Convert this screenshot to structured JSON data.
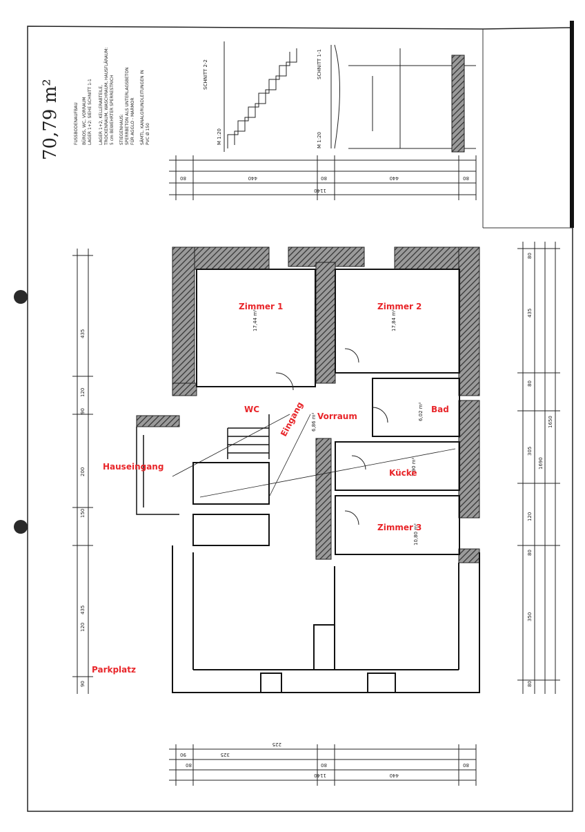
{
  "area_note": "70,79 m²",
  "rooms": {
    "zimmer1": "Zimmer 1",
    "zimmer2": "Zimmer 2",
    "zimmer3": "Zimmer 3",
    "bad": "Bad",
    "wc": "WC",
    "vorraum": "Vorraum",
    "eingang": "Eingang",
    "kueche": "Kücke",
    "hauseingang": "Hauseingang",
    "parkplatz": "Parkplatz"
  },
  "room_areas": {
    "zimmer1": "17,44 m²",
    "zimmer2": "17,84 m²",
    "zimmer3": "10,80 m²",
    "bad": "6,02 m²",
    "kueche": "7,90 m²",
    "vorraum": "6,86 m²"
  },
  "sections": {
    "schnitt_2_2": "SCHNITT 2-2",
    "schnitt_1_1": "SCHNITT 1-1",
    "scale_a": "M 1:20",
    "scale_b": "M 1:20"
  },
  "legend_lines": [
    "FUSSBODENAUFBAU",
    "BÜROS, WC, VORRAUM",
    "LAGER 1+2: SIEHE SCHNITT 1-1",
    "LAGER 1+2, KELLERABTEILE,",
    "TROCKENRAUM, WASCHRAUM, HAUSFLÄRAUM:",
    "5 cm BEWEHRTER SPERRESTRICH",
    "STIEGENHAUS:",
    "SPERRBETON ALS UNTERLAGSBETON",
    "FÜR AGGLO - MARMOR",
    "SÄMTL. KANALGRUNDLEITUNGEN IN",
    "PVC Ø 150"
  ],
  "dim_top": [
    "80",
    "440",
    "80",
    "440",
    "80",
    "1140"
  ],
  "dim_right": [
    "80",
    "435",
    "80",
    "305",
    "120",
    "1650",
    "1690",
    "80",
    "350",
    "80"
  ],
  "dim_left": [
    "435",
    "120",
    "90",
    "200",
    "150",
    "435",
    "120",
    "90"
  ],
  "dim_bottom": [
    "90",
    "225",
    "80",
    "80",
    "325",
    "80",
    "440",
    "1140"
  ]
}
